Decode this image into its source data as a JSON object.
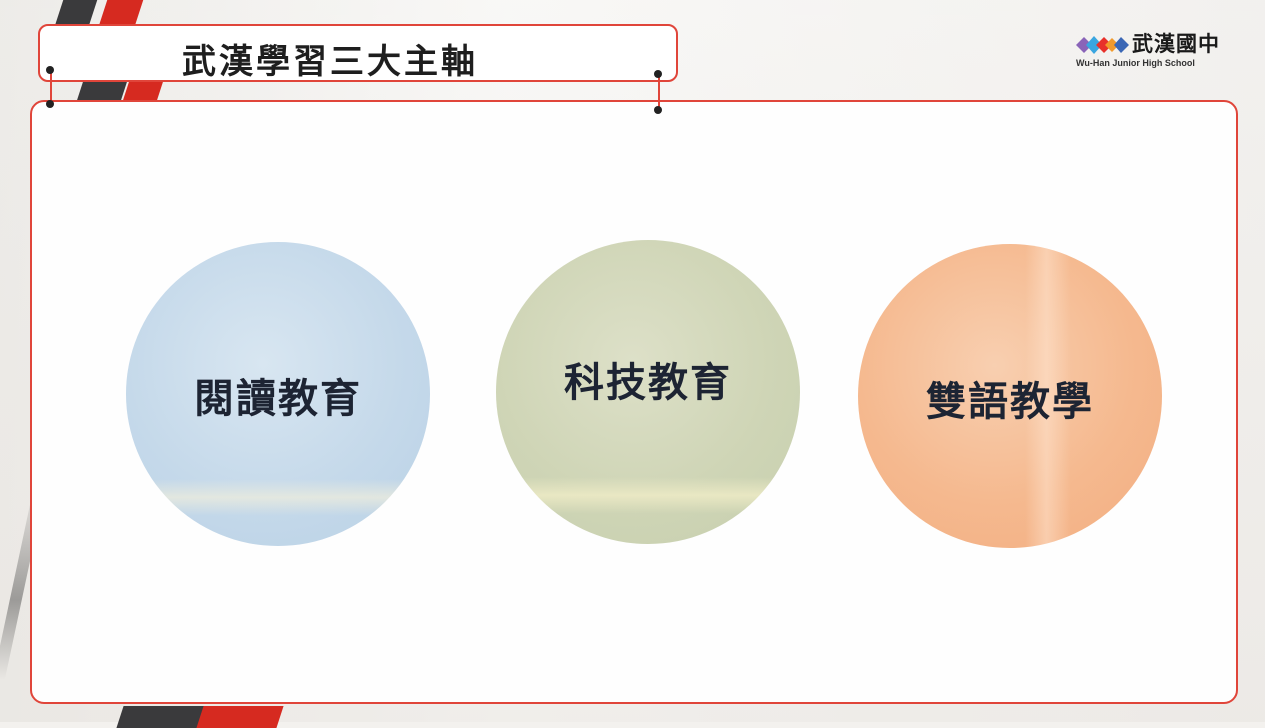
{
  "slide": {
    "title": "武漢學習三大主軸"
  },
  "logo": {
    "name": "武漢國中",
    "subtitle": "Wu-Han Junior High School",
    "colors": [
      "#8a64b8",
      "#3aa6e0",
      "#e8302a",
      "#f29a2c",
      "#3b67b5"
    ]
  },
  "pillars": [
    {
      "label": "閱讀教育",
      "color": "#c5d9ea"
    },
    {
      "label": "科技教育",
      "color": "#cfd5b6"
    },
    {
      "label": "雙語教學",
      "color": "#f5b98f"
    }
  ],
  "theme": {
    "accent": "#e0453a",
    "stripe_dark": "#3a3a3c",
    "stripe_red": "#d62a20"
  }
}
